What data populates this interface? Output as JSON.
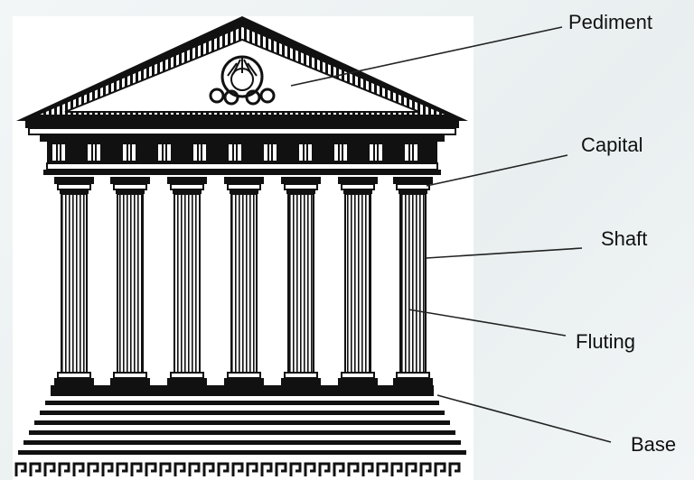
{
  "diagram": {
    "labels": {
      "pediment": "Pediment",
      "capital": "Capital",
      "shaft": "Shaft",
      "fluting": "Fluting",
      "base": "Base"
    }
  },
  "colors": {
    "ink": "#111111",
    "paper": "#ffffff",
    "background": "#eef3f4",
    "leader_line": "#222222"
  }
}
